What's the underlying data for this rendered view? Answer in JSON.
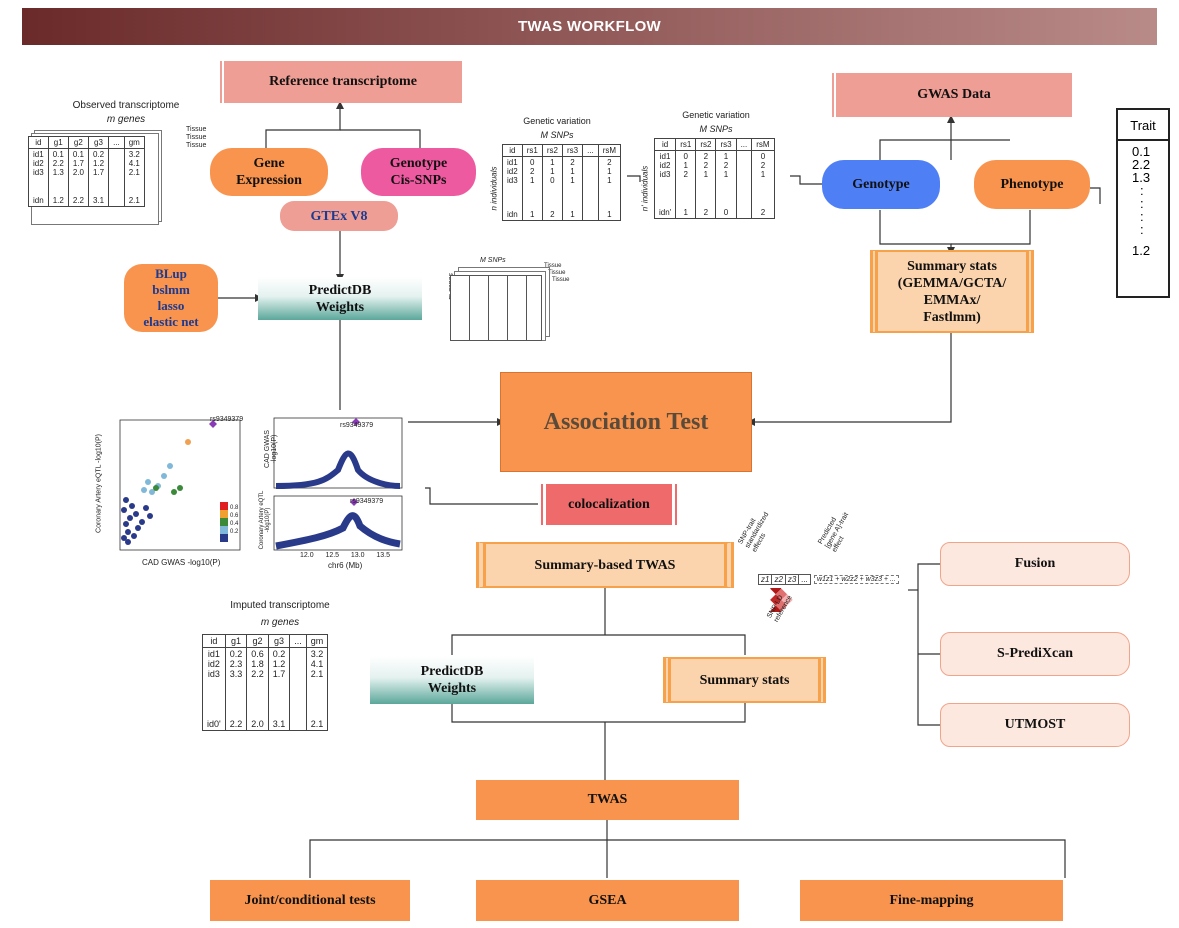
{
  "header": {
    "title": "TWAS WORKFLOW"
  },
  "nodes": {
    "reference_transcriptome": "Reference transcriptome",
    "gene_expression": "Gene\nExpression",
    "genotype_cis_snps": "Genotype\nCis-SNPs",
    "gtex": "GTEx V8",
    "predictdb_weights_top": "PredictDB\nWeights",
    "methods": [
      "BLup",
      "bslmm",
      "lasso",
      "elastic net"
    ],
    "gwas_data": "GWAS Data",
    "genotype": "Genotype",
    "phenotype": "Phenotype",
    "summary_stats_top": "Summary stats\n(GEMMA/GCTA/\nEMMAx/\nFastlmm)",
    "association_test": "Association Test",
    "colocalization": "colocalization",
    "summary_based_twas": "Summary-based TWAS",
    "predictdb_weights_bottom": "PredictDB\nWeights",
    "summary_stats_bottom": "Summary stats",
    "fusion": "Fusion",
    "s_predixcan": "S-PrediXcan",
    "utmost": "UTMOST",
    "twas": "TWAS",
    "joint_tests": "Joint/conditional tests",
    "gsea": "GSEA",
    "fine_mapping": "Fine-mapping"
  },
  "observed": {
    "title": "Observed transcriptome",
    "sub": "m genes",
    "tissues": [
      "Tissue",
      "Tissue",
      "Tissue"
    ],
    "headers": [
      "id",
      "g1",
      "g2",
      "g3",
      "...",
      "gm"
    ],
    "rows": [
      [
        "id1\nid2\nid3",
        "0.1\n2.2\n1.3",
        "0.1\n1.7\n2.0",
        "0.2\n1.2\n1.7",
        "",
        "3.2\n4.1\n2.1"
      ],
      [
        "idn",
        "1.2",
        "2.2",
        "3.1",
        "",
        "2.1"
      ]
    ]
  },
  "genetic_left": {
    "title": "Genetic variation",
    "sub": "M SNPs",
    "side": "n individuals",
    "headers": [
      "id",
      "rs1",
      "rs2",
      "rs3",
      "...",
      "rsM"
    ],
    "rows": [
      [
        "id1\nid2\nid3",
        "0\n2\n1",
        "1\n1\n0",
        "2\n1\n1",
        "",
        "2\n1\n1"
      ],
      [
        "idn",
        "1",
        "2",
        "1",
        "",
        "1"
      ]
    ]
  },
  "genetic_right": {
    "title": "Genetic variation",
    "sub": "M SNPs",
    "side": "n' individuals",
    "headers": [
      "id",
      "rs1",
      "rs2",
      "rs3",
      "...",
      "rsM"
    ],
    "rows": [
      [
        "id1\nid2\nid3",
        "0\n1\n2",
        "2\n2\n1",
        "1\n2\n1",
        "",
        "0\n2\n1"
      ],
      [
        "idn'",
        "1",
        "2",
        "0",
        "",
        "2"
      ]
    ]
  },
  "trait": {
    "header": "Trait",
    "values": [
      "0.1",
      "2.2",
      "1.3",
      ":",
      ":",
      ":",
      ":",
      "1.2"
    ]
  },
  "weights_matrix": {
    "sub": "M SNPs",
    "side": "m genes",
    "tissues": [
      "Tissue",
      "Tissue",
      "Tissue"
    ]
  },
  "imputed": {
    "title": "Imputed transcriptome",
    "sub": "m genes",
    "headers": [
      "id",
      "g1",
      "g2",
      "g3",
      "...",
      "gm"
    ],
    "rows": [
      [
        "id1\nid2\nid3",
        "0.2\n2.3\n3.3",
        "0.6\n1.8\n2.2",
        "0.2\n1.2\n1.7",
        "",
        "3.2\n4.1\n2.1"
      ],
      [
        "id0'",
        "2.2",
        "2.0",
        "3.1",
        "",
        "2.1"
      ]
    ]
  },
  "coloc_plot": {
    "snp": "rs9349379",
    "scatter_xlabel": "CAD GWAS  -log10(P)",
    "scatter_ylabel": "Coronary Artery eQTL  -log10(P)",
    "legend": [
      "0.8",
      "0.6",
      "0.4",
      "0.2"
    ],
    "top_ylabel": "CAD GWAS\n-log10(P)",
    "bottom_ylabel": "Coronary Artery eQTL\n-log10(P)",
    "xlabel": "chr6 (Mb)",
    "x_ticks": [
      "12.0",
      "12.5",
      "13.0",
      "13.5"
    ]
  },
  "sumstat_fig": {
    "left_label": "SNP-trait\nstandardized\neffects",
    "right_label": "Predicted\n[gene A]-trait\neffect",
    "z_cells": [
      "z1",
      "z2",
      "z3",
      "..."
    ],
    "formula": "w1z1 + w2z2 + w3z3 + ...",
    "ld_label": "SNP LD\nreference"
  },
  "colors": {
    "banner": "#6b2a2a",
    "orange": "#f8944e",
    "pink": "#ee9e94",
    "teal": "#5ba79a",
    "blue": "#4f7ff5",
    "magenta": "#ee5aa0"
  }
}
